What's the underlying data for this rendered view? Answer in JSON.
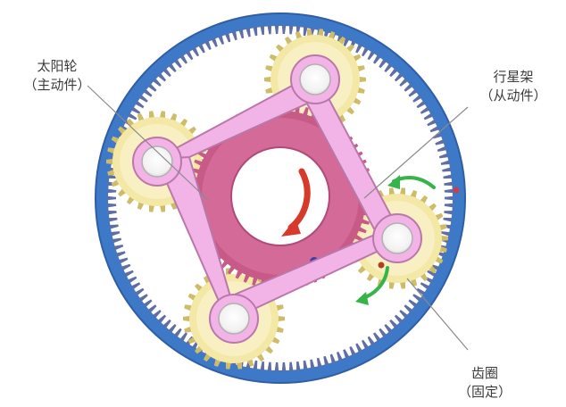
{
  "labels": {
    "sun_gear": {
      "name": "太阳轮",
      "role": "（主动件）"
    },
    "planet_carrier": {
      "name": "行星架",
      "role": "（从动件）"
    },
    "ring_gear": {
      "name": "齿圈",
      "role": "（固定）"
    }
  },
  "colors": {
    "ring_gear": "#3e79c8",
    "ring_teeth": "#5f6ea3",
    "sun_gear": "#c85a88",
    "sun_gear_light": "#e58cb3",
    "planet_gear": "#f3e8a6",
    "planet_gear_edge": "#cdbd6a",
    "carrier": "#f2b3e6",
    "carrier_edge": "#b978a9",
    "arrow_red": "#d73a2a",
    "arrow_green": "#36b44a",
    "leader_line": "#8a8a8a"
  },
  "icons": [
    "rotation-arrow-red",
    "rotation-arrow-green"
  ]
}
